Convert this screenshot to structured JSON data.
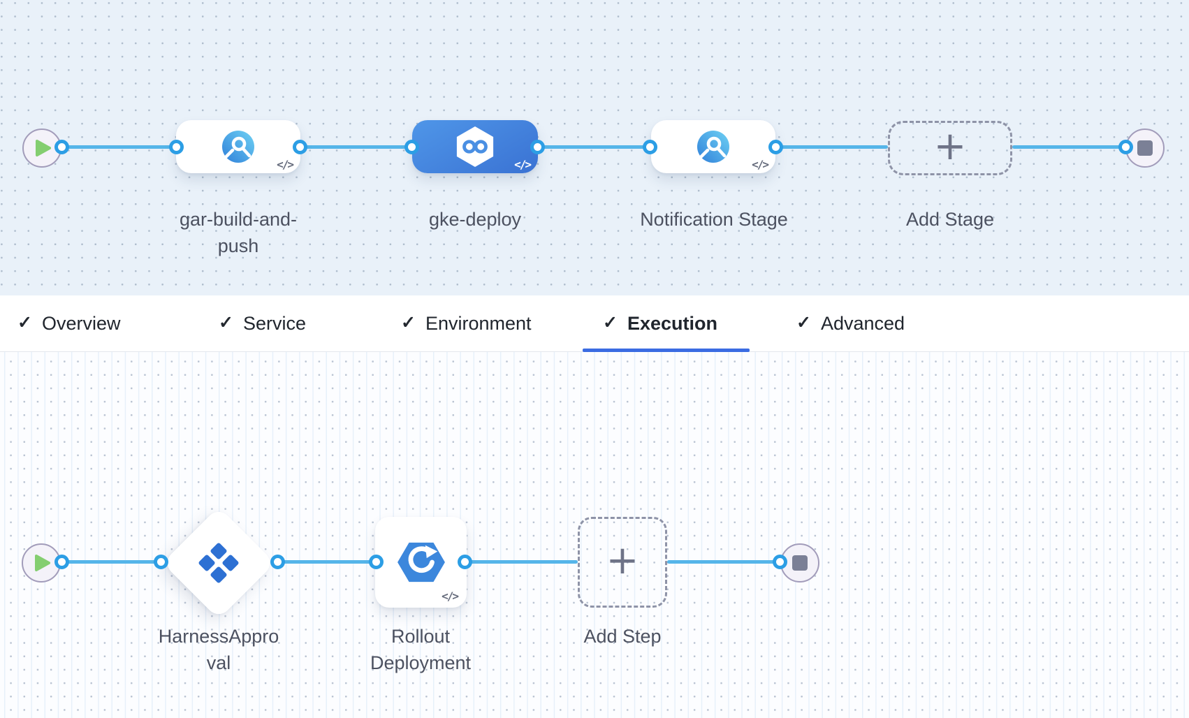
{
  "stage_pipeline": {
    "start_node": "pipeline-start",
    "end_node": "pipeline-end",
    "stages": [
      {
        "name": "gar-build-and-push",
        "icon": "custom-stage-icon",
        "selected": false,
        "code_badge": "</>"
      },
      {
        "name": "gke-deploy",
        "icon": "deploy-stage-icon",
        "selected": true,
        "code_badge": "</>"
      },
      {
        "name": "Notification Stage",
        "icon": "custom-stage-icon",
        "selected": false,
        "code_badge": "</>"
      }
    ],
    "add_button": {
      "label": "Add Stage",
      "plus": "+"
    }
  },
  "tabs": {
    "check": "✓",
    "items": [
      {
        "label": "Overview",
        "checked": true,
        "active": false
      },
      {
        "label": "Service",
        "checked": true,
        "active": false
      },
      {
        "label": "Environment",
        "checked": true,
        "active": false
      },
      {
        "label": "Execution",
        "checked": true,
        "active": true
      },
      {
        "label": "Advanced",
        "checked": true,
        "active": false
      }
    ]
  },
  "execution_pipeline": {
    "start_node": "execution-start",
    "end_node": "execution-end",
    "steps": [
      {
        "name": "HarnessApproval",
        "icon": "approval-step-icon"
      },
      {
        "name": "Rollout Deployment",
        "icon": "rollout-deployment-icon",
        "code_badge": "</>"
      }
    ],
    "add_button": {
      "label": "Add Step",
      "plus": "+"
    }
  },
  "colors": {
    "edge_blue": "#55b5e9",
    "connector_ring": "#2c9ee5",
    "selected_stage_gradient_start": "#4f96e8",
    "selected_stage_gradient_end": "#3a72d3",
    "active_tab_underline": "#3b6ce2",
    "top_canvas_bg": "#e9f1f9",
    "bottom_canvas_bg": "#fcfdff",
    "play_green": "#84ce70",
    "label_text": "#4c5160"
  }
}
